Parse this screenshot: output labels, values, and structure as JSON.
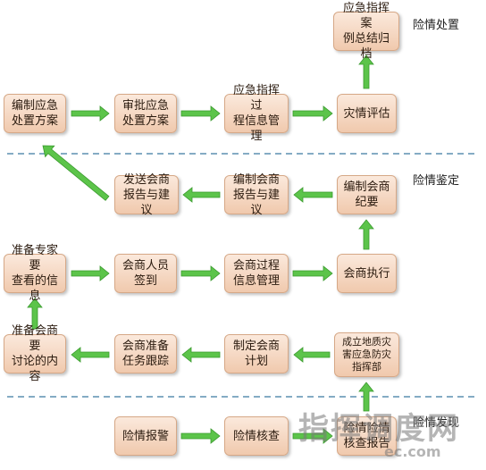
{
  "phases": {
    "disposal": "险情处置",
    "appraisal": "险情鉴定",
    "occurrence": "险情发现"
  },
  "nodes": {
    "archive": "应急指挥案\n例总结归档",
    "compile_plan": "编制应急\n处置方案",
    "approve_plan": "审批应急\n处置方案",
    "command_process": "应急指挥过\n程信息管理",
    "disaster_eval": "灾情评估",
    "send_report": "发送会商\n报告与建议",
    "compile_report": "编制会商\n报告与建议",
    "compile_minutes": "编制会商\n纪要",
    "expert_info": "准备专家要\n查看的信息",
    "signin": "会商人员\n签到",
    "consult_process": "会商过程\n信息管理",
    "consult_exec": "会商执行",
    "discussion": "准备会商要\n讨论的内容",
    "task_track": "会商准备\n任务跟踪",
    "consult_plan": "制定会商\n计划",
    "hq": "成立地质灾\n害应急防灾\n指挥部",
    "alarm": "险情报警",
    "verify": "险情核查",
    "verify_report": "险情险情\n核查报告"
  },
  "colors": {
    "arrow": "#5cc44a",
    "arrow_edge": "#3a9a2e",
    "divider": "#5b8fb0"
  },
  "watermark": {
    "main": "指挥调度网",
    "sub": "ec.com"
  }
}
